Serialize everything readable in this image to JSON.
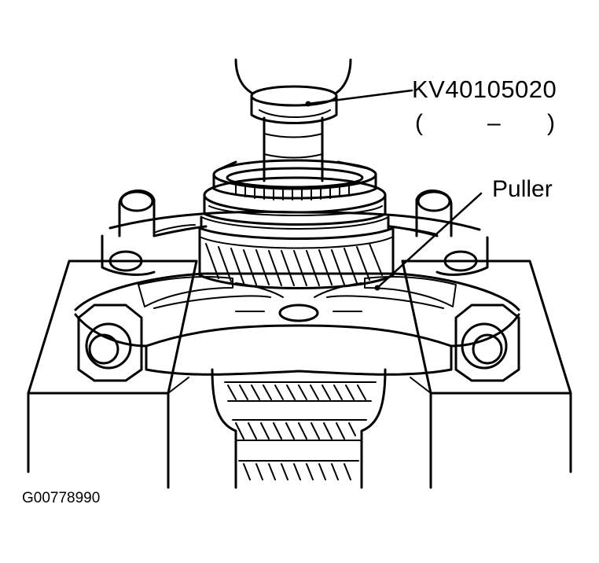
{
  "callouts": {
    "tool_number": "KV40105020",
    "tool_alt_open": "(",
    "tool_alt_dash": "–",
    "tool_alt_close": ")",
    "puller": "Puller"
  },
  "figure_id": "G00778990",
  "colors": {
    "ink": "#000000",
    "paper": "#ffffff"
  }
}
